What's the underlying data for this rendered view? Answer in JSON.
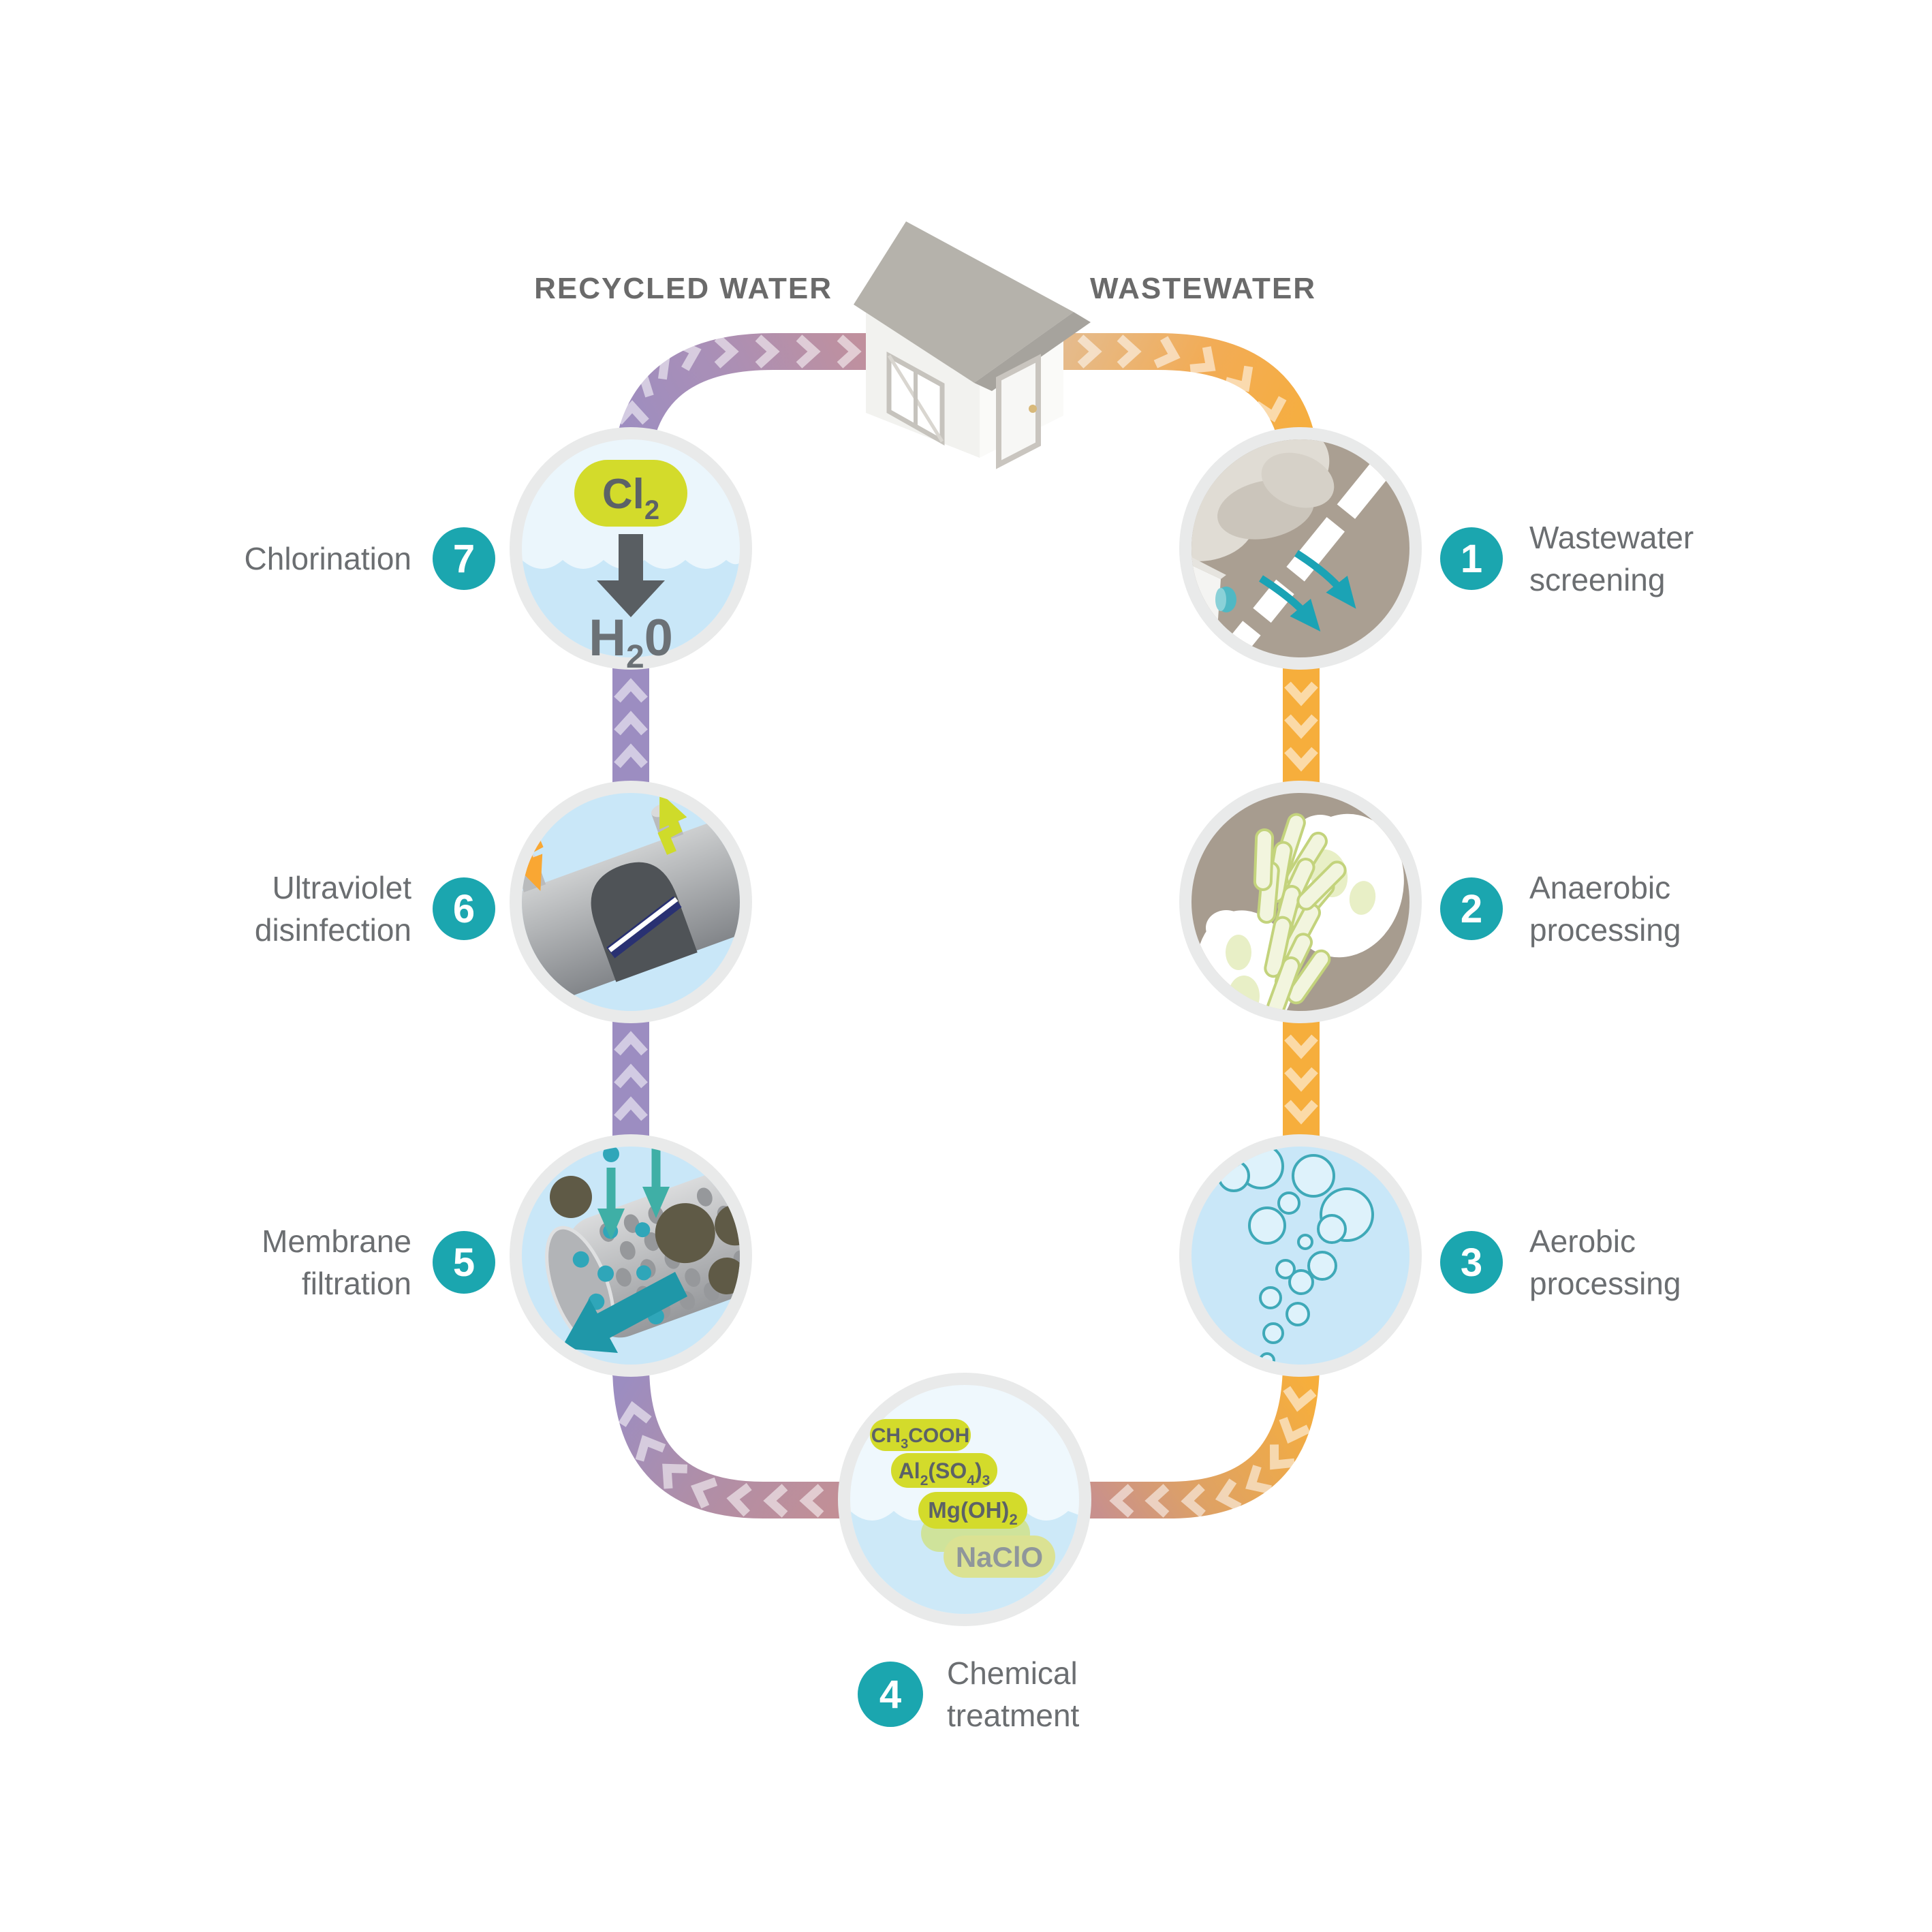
{
  "header": {
    "recycled_water_label": "RECYCLED WATER",
    "wastewater_label": "WASTEWATER"
  },
  "steps": [
    {
      "num": "1",
      "line1": "Wastewater",
      "line2": "screening"
    },
    {
      "num": "2",
      "line1": "Anaerobic",
      "line2": "processing"
    },
    {
      "num": "3",
      "line1": "Aerobic",
      "line2": "processing"
    },
    {
      "num": "4",
      "line1": "Chemical",
      "line2": "treatment"
    },
    {
      "num": "5",
      "line1": "Membrane",
      "line2": "filtration"
    },
    {
      "num": "6",
      "line1": "Ultraviolet",
      "line2": "disinfection"
    },
    {
      "num": "7",
      "line1": "Chlorination",
      "line2": ""
    }
  ],
  "formulas": {
    "cl2": {
      "p1": "Cl",
      "s1": "2"
    },
    "h2o": {
      "p1": "H",
      "s1": "2",
      "p2": "0"
    },
    "ch3cooh": {
      "p1": "CH",
      "s1": "3",
      "p2": "COOH"
    },
    "al2so43": {
      "p1": "Al",
      "s1": "2",
      "p2": "(SO",
      "s2": "4",
      "p3": ")",
      "s3": "3"
    },
    "mgoh2": {
      "p1": "Mg(OH)",
      "s1": "2"
    },
    "naclo": {
      "p1": "NaClO"
    }
  },
  "colors": {
    "badge_teal": "#1BA6AF",
    "path_orange": "#F6AE3C",
    "path_purple": "#9C8DC1",
    "transition_rose": "#C2909B",
    "label_gray": "#6B6E71",
    "pill_yellow": "#D3DB2B",
    "pill_submerged": "#DBE293",
    "water_light": "#EBF6FC",
    "water_blue": "#C9E7F8",
    "circle_ring": "#E9EAEA",
    "taupe": "#A89E91",
    "arrow_teal": "#1BA3B5",
    "particle_olive": "#5F5A46",
    "bolt_orange": "#F9A733",
    "bolt_yellow": "#CFDB2A",
    "uv_glow": "#232C77"
  }
}
